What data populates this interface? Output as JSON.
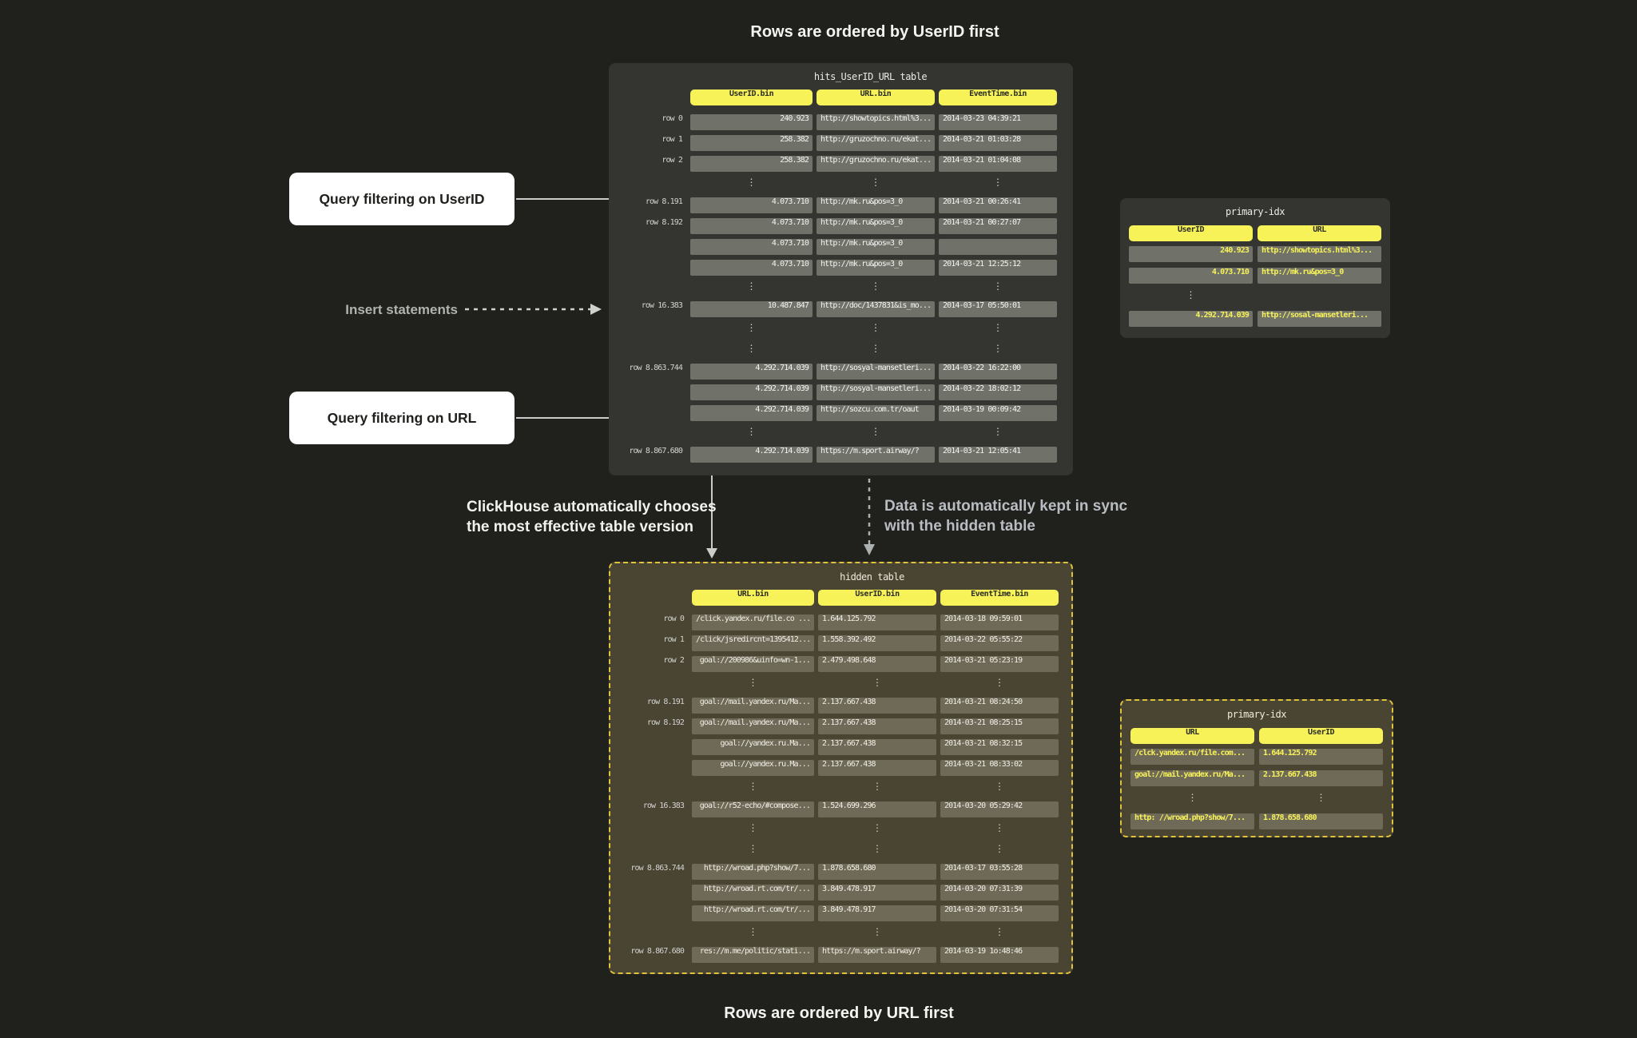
{
  "titles": {
    "top": "Rows are ordered by UserID first",
    "bottom": "Rows are ordered by URL first"
  },
  "annotations": {
    "query_userid": "Query filtering on UserID",
    "insert_statements": "Insert statements",
    "query_url": "Query filtering on URL",
    "chooses_line1": "ClickHouse automatically chooses",
    "chooses_line2": "the most effective table version",
    "sync_line1": "Data is automatically kept in sync",
    "sync_line2": "with the hidden table"
  },
  "ellipsis": "⋮",
  "colors": {
    "accent_yellow": "#f7f258",
    "panel_gray": "#343531",
    "panel_hidden_olive": "#4a4433",
    "cell_gray": "#707269",
    "cell_olive": "#6f6a58",
    "dashed_border_yellow": "#e0c33c",
    "arrow_gray": "#c9ccc8",
    "background": "#20211c"
  },
  "main_table": {
    "title": "hits_UserID_URL table",
    "columns": [
      "UserID.bin",
      "URL.bin",
      "EventTime.bin"
    ],
    "rows": [
      {
        "label": "row 0",
        "cells": [
          "240.923",
          "http://showtopics.html%3...",
          "2014-03-23 04:39:21"
        ]
      },
      {
        "label": "row 1",
        "cells": [
          "258.382",
          "http://gruzochno.ru/ekat...",
          "2014-03-21 01:03:28"
        ]
      },
      {
        "label": "row 2",
        "cells": [
          "258.382",
          "http://gruzochno.ru/ekat...",
          "2014-03-21 01:04:08"
        ]
      },
      {
        "dots": [
          0,
          1,
          2
        ]
      },
      {
        "label": "row 8.191",
        "cells": [
          "4.073.710",
          "http://mk.ru&pos=3_0",
          "2014-03-21 00:26:41"
        ]
      },
      {
        "label": "row 8.192",
        "cells": [
          "4.073.710",
          "http://mk.ru&pos=3_0",
          "2014-03-21 00:27:07"
        ]
      },
      {
        "label": "",
        "cells": [
          "4.073.710",
          "http://mk.ru&pos=3_0",
          ""
        ]
      },
      {
        "label": "",
        "cells": [
          "4.073.710",
          "http://mk.ru&pos=3_0",
          "2014-03-21 12:25:12"
        ]
      },
      {
        "dots": [
          0,
          1,
          2
        ]
      },
      {
        "label": "row 16.383",
        "cells": [
          "10.487.847",
          "http://doc/1437831&is_mo...",
          "2014-03-17 05:50:01"
        ]
      },
      {
        "dots": [
          0,
          1,
          2
        ]
      },
      {
        "dots": [
          0,
          1,
          2
        ]
      },
      {
        "label": "row 8.863.744",
        "cells": [
          "4.292.714.039",
          "http://sosyal-mansetleri...",
          "2014-03-22 16:22:00"
        ]
      },
      {
        "label": "",
        "cells": [
          "4.292.714.039",
          "http://sosyal-mansetleri...",
          "2014-03-22 18:02:12"
        ]
      },
      {
        "label": "",
        "cells": [
          "4.292.714.039",
          "http://sozcu.com.tr/oaut",
          "2014-03-19 00:09:42"
        ]
      },
      {
        "dots": [
          0,
          1,
          2
        ]
      },
      {
        "label": "row 8.867.680",
        "cells": [
          "4.292.714.039",
          "https://m.sport.airway/?",
          "2014-03-21 12:05:41"
        ]
      }
    ]
  },
  "hidden_table": {
    "title": "hidden table",
    "columns": [
      "URL.bin",
      "UserID.bin",
      "EventTime.bin"
    ],
    "rows": [
      {
        "label": "row 0",
        "cells": [
          "/click.yandex.ru/file.co ...",
          "1.644.125.792",
          "2014-03-18 09:59:01"
        ]
      },
      {
        "label": "row 1",
        "cells": [
          "/click/jsredircnt=1395412...",
          "1.558.392.492",
          "2014-03-22 05:55:22"
        ]
      },
      {
        "label": "row 2",
        "cells": [
          "goal://200986&uinfo=wn-1...",
          "2.479.498.648",
          "2014-03-21 05:23:19"
        ]
      },
      {
        "dots": [
          0,
          1,
          2
        ]
      },
      {
        "label": "row 8.191",
        "cells": [
          "goal://mail.yandex.ru/Ma...",
          "2.137.667.438",
          "2014-03-21 08:24:50"
        ]
      },
      {
        "label": "row 8.192",
        "cells": [
          "goal://mail.yandex.ru/Ma...",
          "2.137.667.438",
          "2014-03-21 08:25:15"
        ]
      },
      {
        "label": "",
        "cells": [
          "goal://yandex.ru.Ma...",
          "2.137.667.438",
          "2014-03-21 08:32:15"
        ]
      },
      {
        "label": "",
        "cells": [
          "goal://yandex.ru.Ma...",
          "2.137.667.438",
          "2014-03-21 08:33:02"
        ]
      },
      {
        "dots": [
          0,
          1,
          2
        ]
      },
      {
        "label": "row 16.383",
        "cells": [
          "goal://r52-echo/#compose...",
          "1.524.699.296",
          "2014-03-20 05:29:42"
        ]
      },
      {
        "dots": [
          0,
          1,
          2
        ]
      },
      {
        "dots": [
          0,
          1,
          2
        ]
      },
      {
        "label": "row 8.863.744",
        "cells": [
          "http://wroad.php?show/7...",
          "1.878.658.680",
          "2014-03-17 03:55:28"
        ]
      },
      {
        "label": "",
        "cells": [
          "http://wroad.rt.com/tr/...",
          "3.849.478.917",
          "2014-03-20 07:31:39"
        ]
      },
      {
        "label": "",
        "cells": [
          "http://wroad.rt.com/tr/...",
          "3.849.478.917",
          "2014-03-20 07:31:54"
        ]
      },
      {
        "dots": [
          0,
          1,
          2
        ]
      },
      {
        "label": "row 8.867.680",
        "cells": [
          "res://m.me/politic/stati...",
          "https://m.sport.airway/?",
          "2014-03-19 1o:48:46"
        ]
      }
    ]
  },
  "primary_idx_top": {
    "title": "primary-idx",
    "columns": [
      "UserID",
      "URL"
    ],
    "rows": [
      {
        "cells": [
          "240.923",
          "http://showtopics.html%3..."
        ]
      },
      {
        "cells": [
          "4.073.710",
          "http://mk.ru&pos=3_0"
        ]
      },
      {
        "dots": [
          0
        ]
      },
      {
        "cells": [
          "4.292.714.039",
          "http://sosal-mansetleri..."
        ]
      }
    ]
  },
  "primary_idx_bottom": {
    "title": "primary-idx",
    "columns": [
      "URL",
      "UserID"
    ],
    "rows": [
      {
        "cells": [
          "/clck.yandex.ru/file.com...",
          "1.644.125.792"
        ]
      },
      {
        "cells": [
          "goal://mail.yandex.ru/Ma...",
          "2.137.667.438"
        ]
      },
      {
        "dots": [
          0,
          1
        ]
      },
      {
        "cells": [
          "http: //wroad.php?show/7...",
          "1.878.658.680"
        ]
      }
    ]
  }
}
